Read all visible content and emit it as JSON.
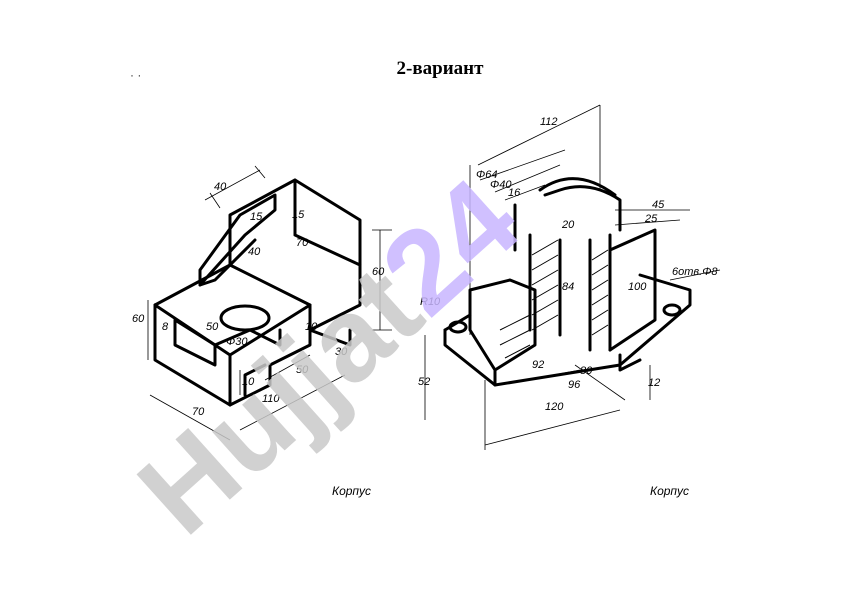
{
  "page": {
    "title": "2-вариант",
    "stray_marks": "· ·"
  },
  "watermark": {
    "text": "Hujjat24",
    "color": "#c9c9c9",
    "accent_color": "#c8b6ff"
  },
  "left_part": {
    "caption": "Корпус",
    "dims": {
      "top_width": "40",
      "rib_a": "15",
      "rib_b": "15",
      "slot": "40",
      "rib_height": "70",
      "height": "60",
      "left_height": "60",
      "step": "8",
      "slot_width": "50",
      "hole": "Φ30",
      "slot_depth": "10",
      "foot_height": "10",
      "foot_len": "50",
      "foot_gap": "30",
      "depth": "70",
      "length": "110"
    }
  },
  "right_part": {
    "caption": "Корпус",
    "dims": {
      "overall": "112",
      "d_outer": "Φ64",
      "d_inner": "Φ40",
      "wall": "16",
      "top_h": "20",
      "flange_a": "45",
      "flange_b": "25",
      "holes": "6отв.Φ8",
      "radius": "R10",
      "height_inner": "84",
      "width": "100",
      "base_h": "52",
      "len_a": "92",
      "len_b": "80",
      "len_c": "96",
      "thick": "12",
      "len_total": "120"
    }
  }
}
